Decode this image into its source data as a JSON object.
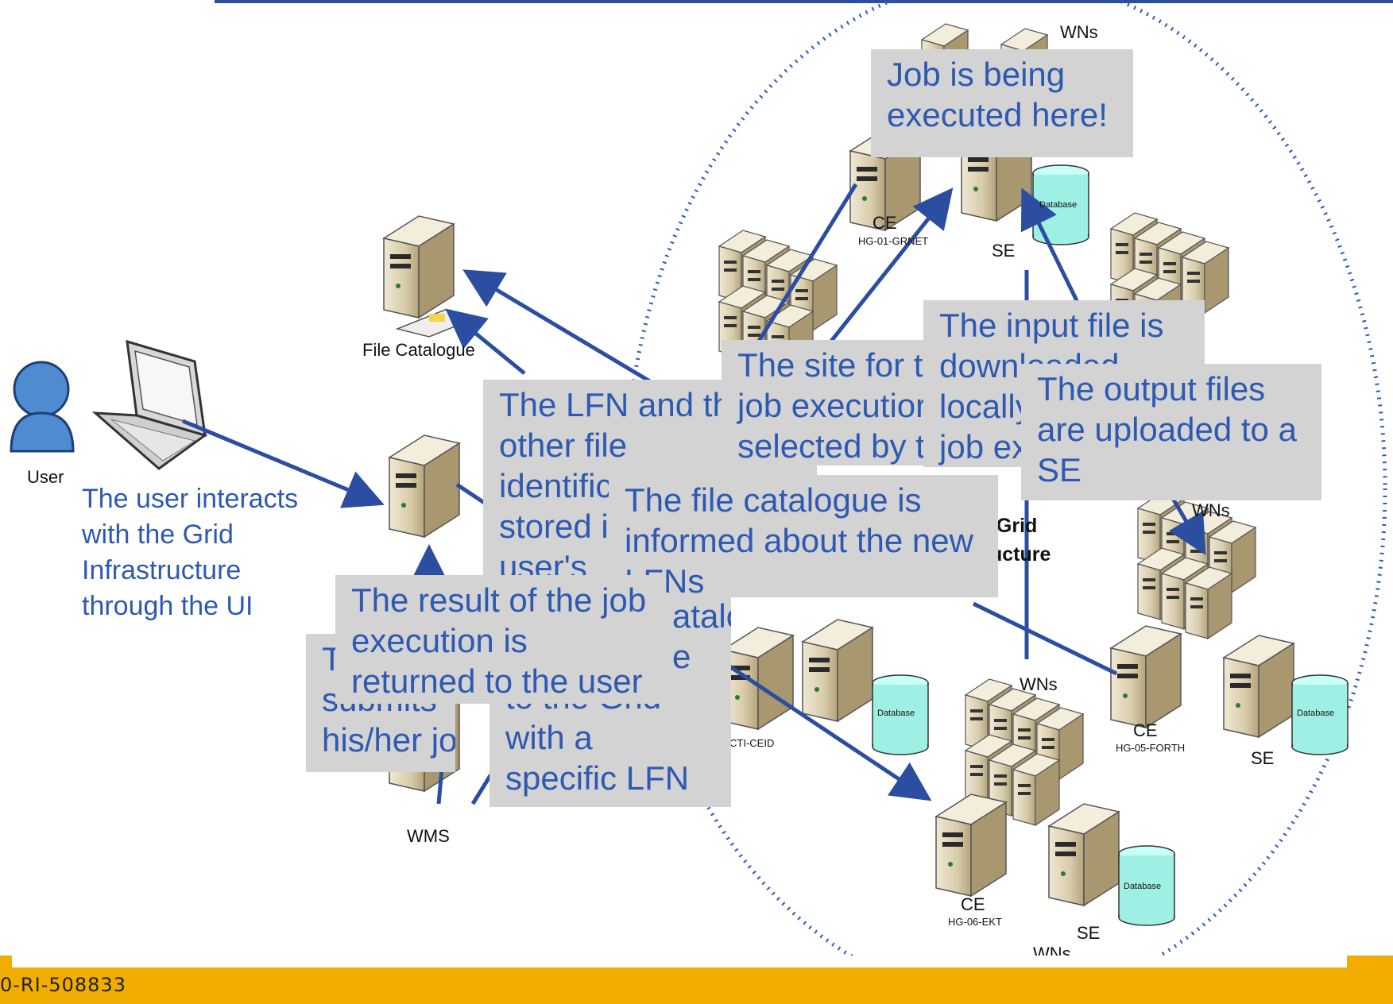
{
  "footer": {
    "text": "0-RI-508833"
  },
  "nodes": {
    "user": "User",
    "file_catalogue": "File Catalogue",
    "wms": "WMS",
    "ce_1": "CE",
    "ce_1_site": "HG-01-GRNET",
    "se_1": "SE",
    "ce_5": "CE",
    "ce_5_site": "HG-05-FORTH",
    "se_5": "SE",
    "ce_6": "CE",
    "ce_6_site": "HG-06-EKT",
    "se_6": "SE",
    "ce_3_site": "CTI-CEID",
    "wns_1": "WNs",
    "wns_2": "WNs",
    "wns_3": "WNs",
    "wns_4": "WNs",
    "db_label": "Database",
    "infra_1": "sGrid",
    "infra_2": "ucture"
  },
  "annotations": {
    "user_interacts": [
      "The user interacts",
      "with the Grid",
      "Infrastructure",
      "through the UI"
    ],
    "user_submits": [
      "T",
      "submits",
      "his/her job"
    ],
    "job_executed": [
      "Job is being",
      "executed here!"
    ],
    "input_file": [
      "The input file is",
      "downloaded",
      "locally",
      "job ex"
    ],
    "output_files": [
      "The output files",
      "are uploaded to a",
      "SE"
    ],
    "site_selection": [
      "The site for t",
      "job executior",
      "selected by t"
    ],
    "lfn_stored": [
      "The LFN and th",
      "other file",
      "identific",
      "stored i",
      "user's"
    ],
    "catalogue_informed": [
      "The file catalogue is",
      "informed about the new",
      "LFNs"
    ],
    "query_catalogue": [
      "atalogue",
      "e",
      "to the Grid",
      "with a",
      "specific LFN"
    ],
    "result_returned": [
      "The result of the job",
      "execution is",
      "returned to the user"
    ]
  }
}
